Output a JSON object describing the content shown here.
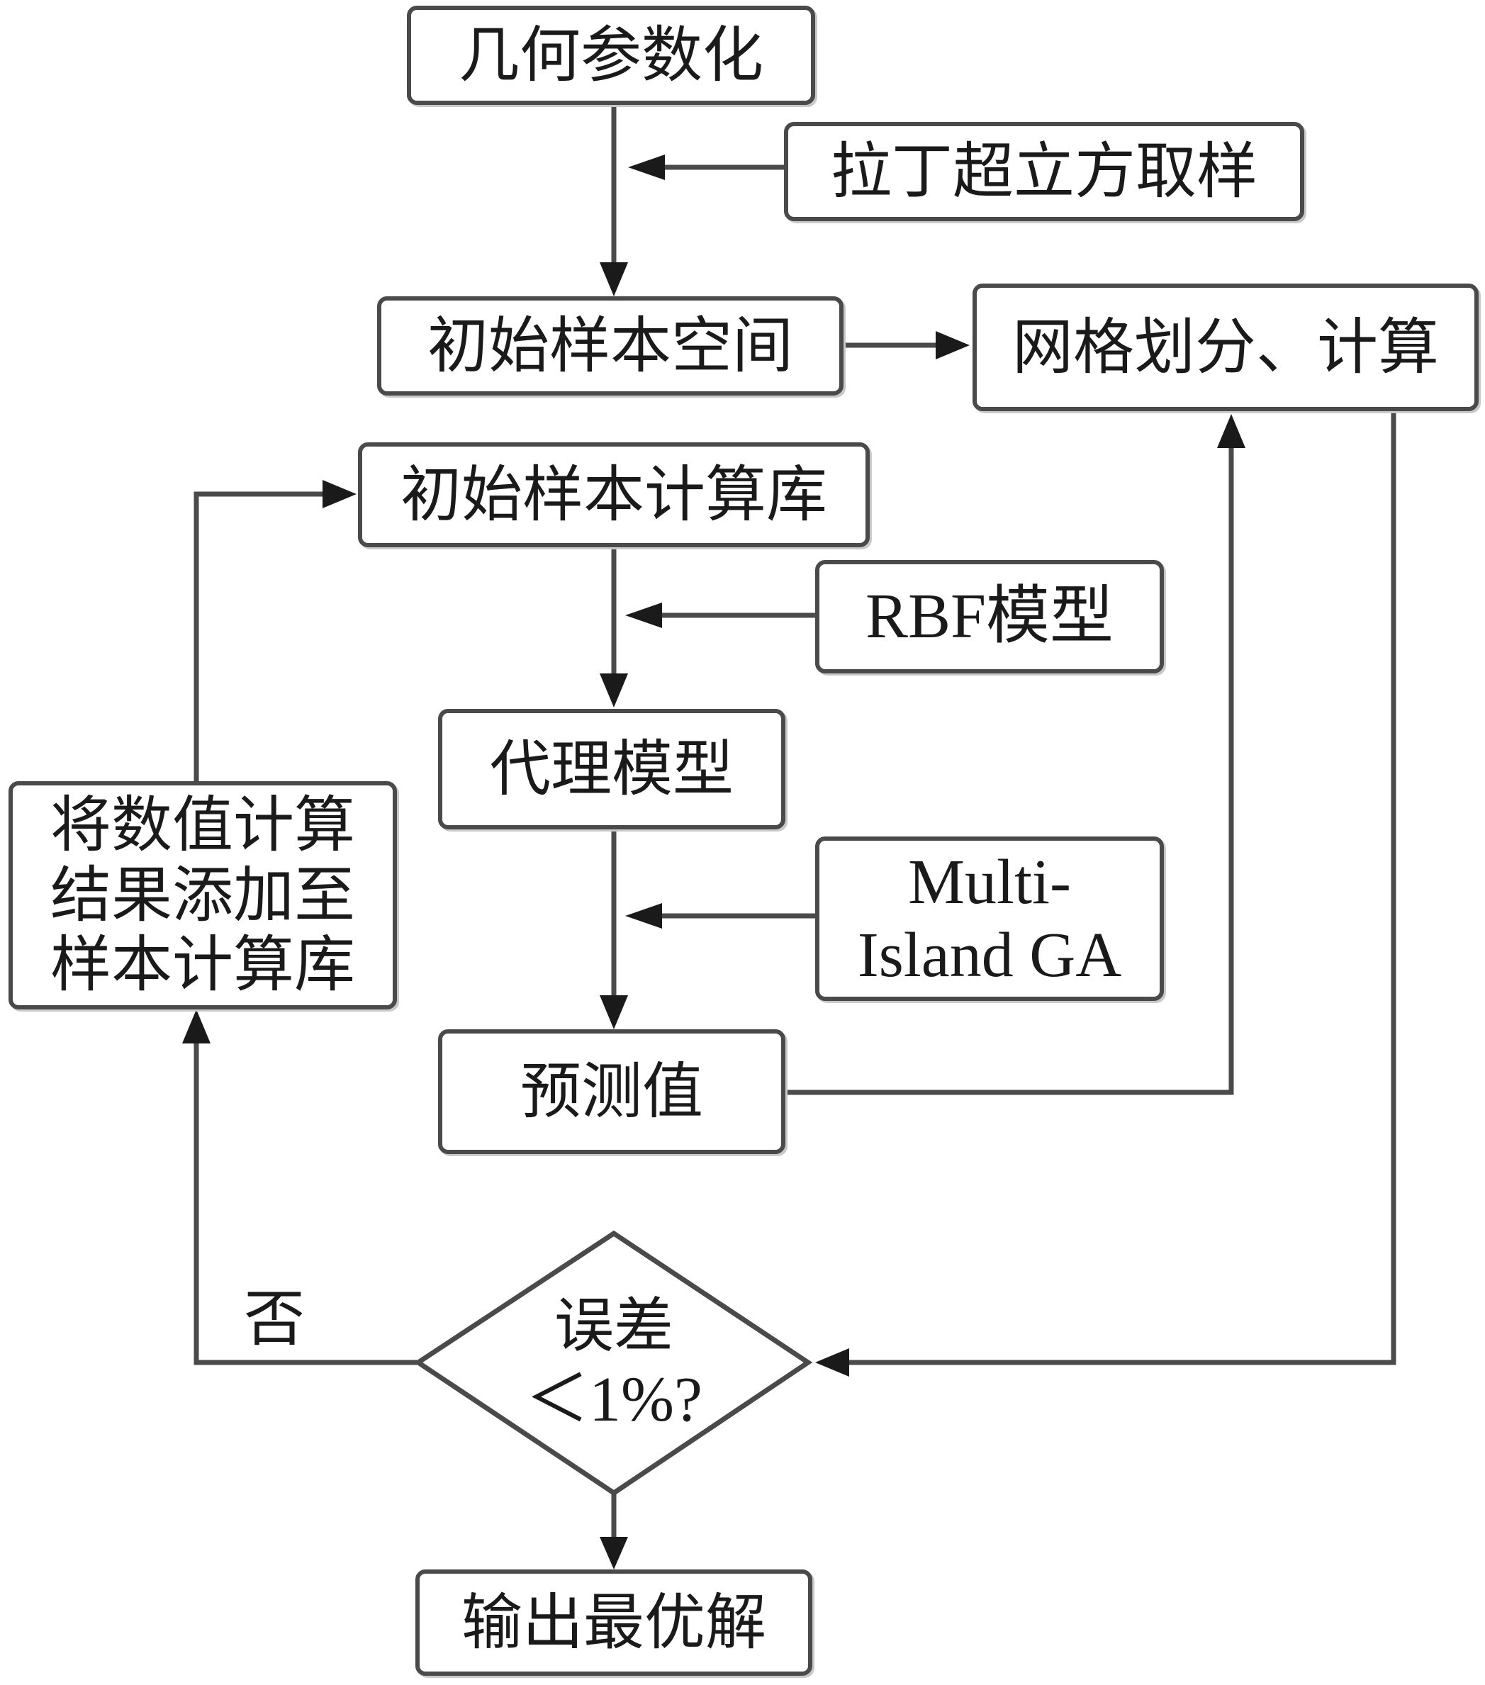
{
  "nodes": {
    "geometry_param": "几何参数化",
    "lhs_sampling": "拉丁超立方取样",
    "initial_space": "初始样本空间",
    "mesh_compute": "网格划分、计算",
    "initial_library": "初始样本计算库",
    "rbf_model": "RBF模型",
    "surrogate_model": "代理模型",
    "ga_line1": "Multi-",
    "ga_line2": "Island GA",
    "predicted_value": "预测值",
    "add_line1": "将数值计算",
    "add_line2": "结果添加至",
    "add_line3": "样本计算库",
    "decision_line1": "误差",
    "decision_line2": "＜1%?",
    "output_optimal": "输出最优解"
  },
  "edge_labels": {
    "no": "否"
  },
  "colors": {
    "stroke": "#4a4a4a",
    "text": "#1a1a1a"
  }
}
